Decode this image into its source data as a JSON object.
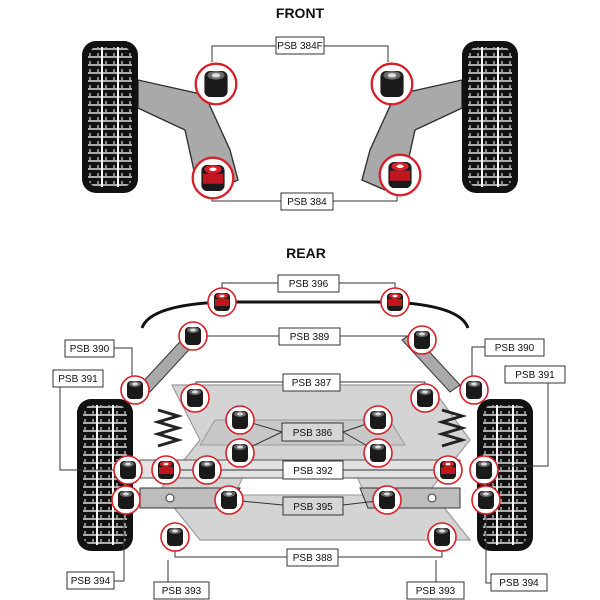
{
  "headings": {
    "front": "FRONT",
    "rear": "REAR"
  },
  "front_labels": {
    "top": "PSB 384F",
    "bottom": "PSB 384"
  },
  "rear_labels": {
    "l396": "PSB 396",
    "l389": "PSB 389",
    "l390_left": "PSB 390",
    "l390_right": "PSB 390",
    "l391_left": "PSB 391",
    "l391_right": "PSB 391",
    "l387": "PSB 387",
    "l386": "PSB 386",
    "l392": "PSB 392",
    "l395": "PSB 395",
    "l388": "PSB 388",
    "l394_left": "PSB 394",
    "l394_right": "PSB 394",
    "l393_left": "PSB 393",
    "l393_right": "PSB 393"
  },
  "colors": {
    "accent_red": "#d8202a",
    "bush_black": "#1a1a1a",
    "arm_grey": "#a9a9a9",
    "frame_grey": "#d4d4d4",
    "tire_black": "#111111"
  },
  "icons": {
    "tire": "tire-icon",
    "bush_black": "bush-black-icon",
    "bush_red": "bush-red-icon"
  }
}
